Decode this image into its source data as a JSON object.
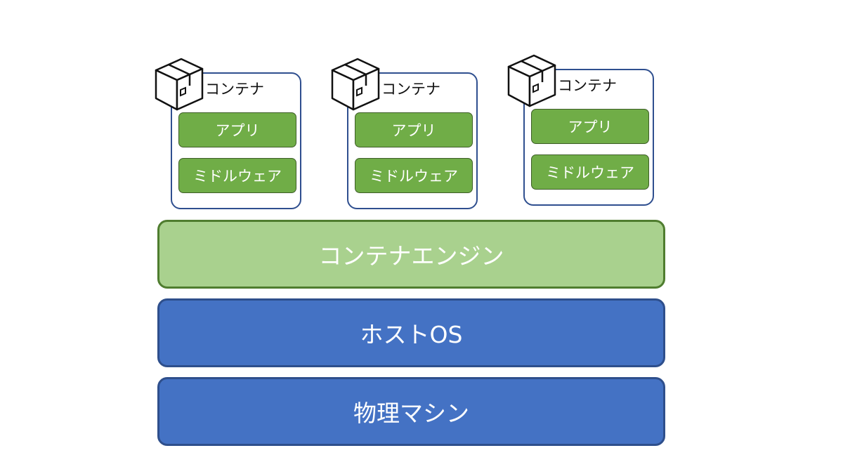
{
  "containers": [
    {
      "title": "コンテナ",
      "app": "アプリ",
      "middleware": "ミドルウェア",
      "icon": "package-box-icon"
    },
    {
      "title": "コンテナ",
      "app": "アプリ",
      "middleware": "ミドルウェア",
      "icon": "package-box-icon"
    },
    {
      "title": "コンテナ",
      "app": "アプリ",
      "middleware": "ミドルウェア",
      "icon": "package-box-icon"
    }
  ],
  "layers": {
    "container_engine": "コンテナエンジン",
    "host_os": "ホストOS",
    "physical_machine": "物理マシン"
  },
  "colors": {
    "container_border": "#2f4f8f",
    "app_green": "#70ad47",
    "engine_green": "#a9d18e",
    "blue_layer": "#4472c4"
  }
}
